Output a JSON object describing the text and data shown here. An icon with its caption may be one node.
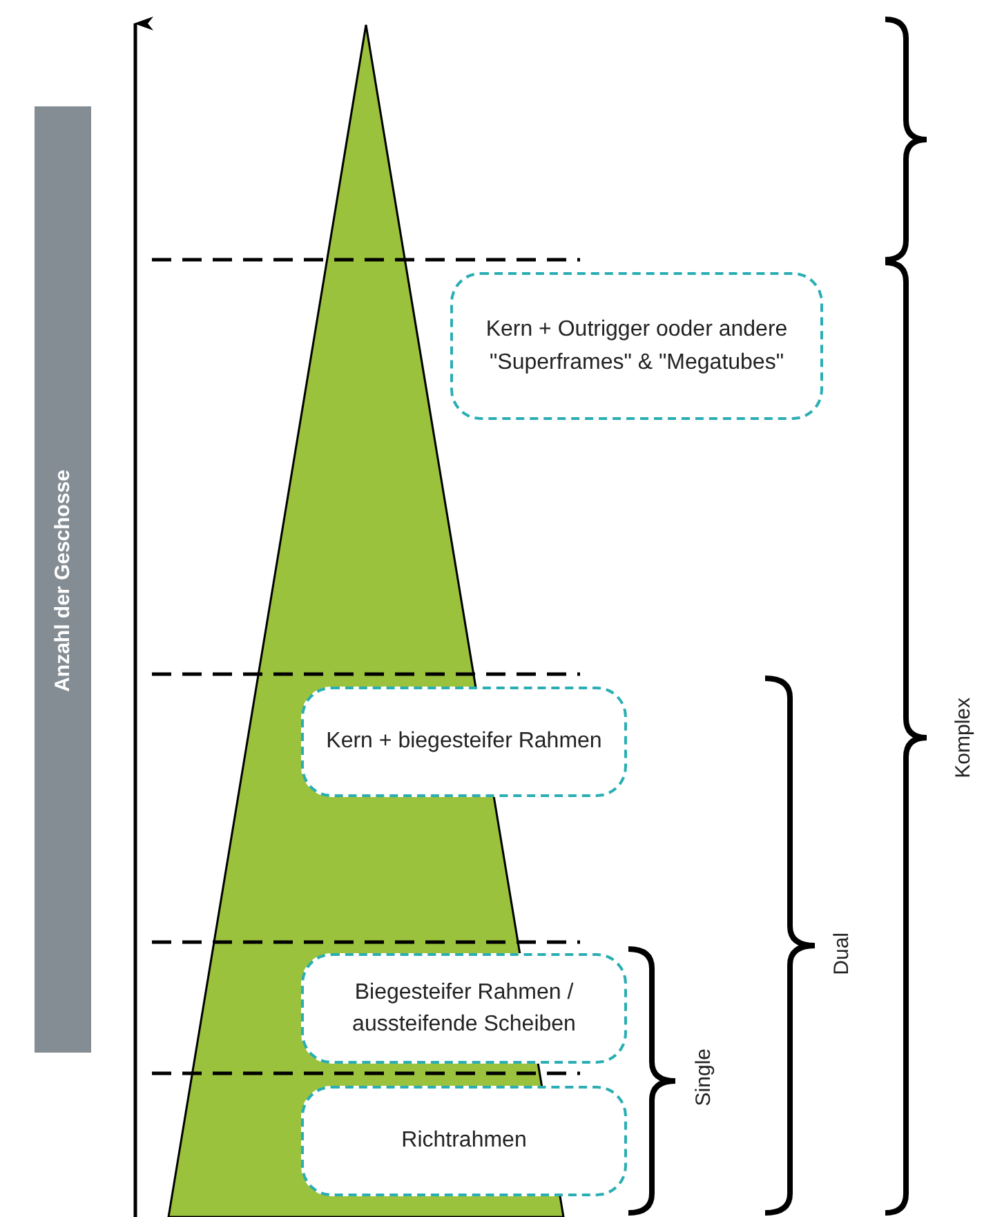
{
  "diagram": {
    "nodes": [
      {
        "text": [
          "Kern + Outrigger ooder andere \"Superframes\" & \"Megatubes\""
        ]
      },
      {
        "text": [
          "Kern + biegesteifer Rahmen"
        ]
      },
      {
        "text": [
          "Biegesteifer Rahmen / aussteifende Scheiben"
        ]
      },
      {
        "text": [
          "Richtrahmen"
        ]
      }
    ],
    "labels": [
      "Anzahl der Geschosse",
      "Komplex",
      "Dual",
      "Single"
    ]
  }
}
